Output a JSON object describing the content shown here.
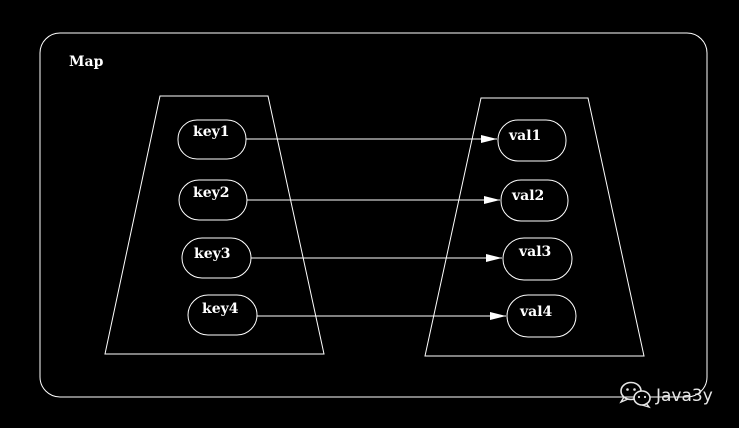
{
  "diagram": {
    "title": "Map",
    "keys": [
      "key1",
      "key2",
      "key3",
      "key4"
    ],
    "values": [
      "val1",
      "val2",
      "val3",
      "val4"
    ],
    "mappings": [
      {
        "from": "key1",
        "to": "val1"
      },
      {
        "from": "key2",
        "to": "val2"
      },
      {
        "from": "key3",
        "to": "val3"
      },
      {
        "from": "key4",
        "to": "val4"
      }
    ]
  },
  "watermark": {
    "text": "Java3y",
    "icon": "wechat-icon"
  },
  "colors": {
    "background": "#000000",
    "stroke": "#ffffff"
  }
}
